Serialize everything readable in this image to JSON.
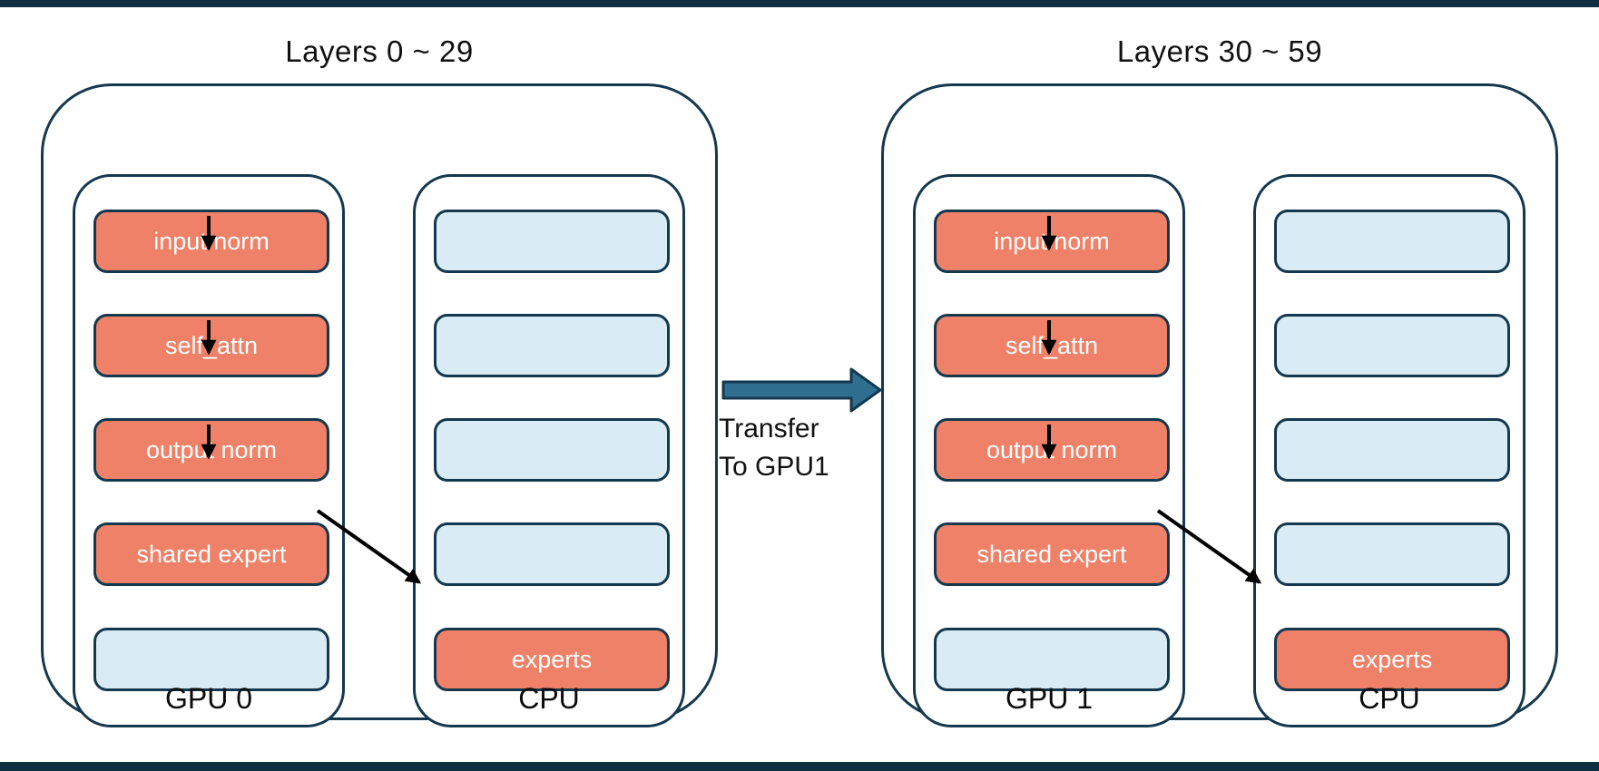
{
  "diagram": {
    "transfer": {
      "line1": "Transfer",
      "line2": "To GPU1"
    },
    "colors": {
      "active_box": "#EE8168",
      "idle_box": "#D9EBF4",
      "outline": "#14384E",
      "transfer_arrow": "#2F6E8F",
      "edge_bar": "#0e2f42"
    },
    "groups": [
      {
        "title": "Layers 0 ~ 29",
        "gpu": {
          "label": "GPU 0",
          "boxes": [
            "input norm",
            "self_attn",
            "output norm",
            "shared expert",
            ""
          ]
        },
        "cpu": {
          "label": "CPU",
          "boxes": [
            "",
            "",
            "",
            "",
            "experts"
          ]
        }
      },
      {
        "title": "Layers 30 ~ 59",
        "gpu": {
          "label": "GPU 1",
          "boxes": [
            "input norm",
            "self_attn",
            "output norm",
            "shared expert",
            ""
          ]
        },
        "cpu": {
          "label": "CPU",
          "boxes": [
            "",
            "",
            "",
            "",
            "experts"
          ]
        }
      }
    ]
  }
}
